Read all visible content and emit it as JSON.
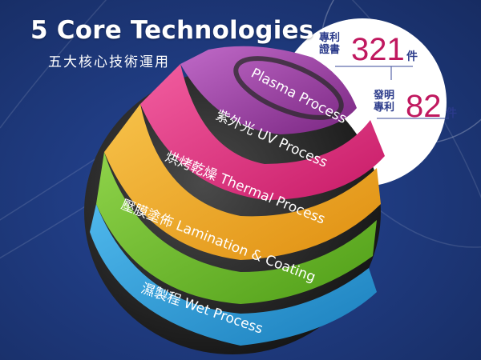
{
  "heading": {
    "title": "5 Core Technologies",
    "subtitle": "五大核心技術運用"
  },
  "patents": {
    "certificates": {
      "label_line1": "專利",
      "label_line2": "證書",
      "count": "321",
      "unit": "件"
    },
    "invention": {
      "label_line1": "發明",
      "label_line2": "專利",
      "count": "82",
      "unit": "件"
    }
  },
  "technologies": [
    {
      "id": "plasma",
      "label": "Plasma Process",
      "color": "#9b3fa0"
    },
    {
      "id": "uv",
      "label": "紫外光  UV Process",
      "color": "#e6307f"
    },
    {
      "id": "thermal",
      "label": "烘烤乾燥  Thermal Process",
      "color": "#f2a81d"
    },
    {
      "id": "lamination",
      "label": "壓膜塗佈  Lamination & Coating",
      "color": "#6cbd2a"
    },
    {
      "id": "wet",
      "label": "濕製程  Wet Process",
      "color": "#2a9bd6"
    }
  ]
}
